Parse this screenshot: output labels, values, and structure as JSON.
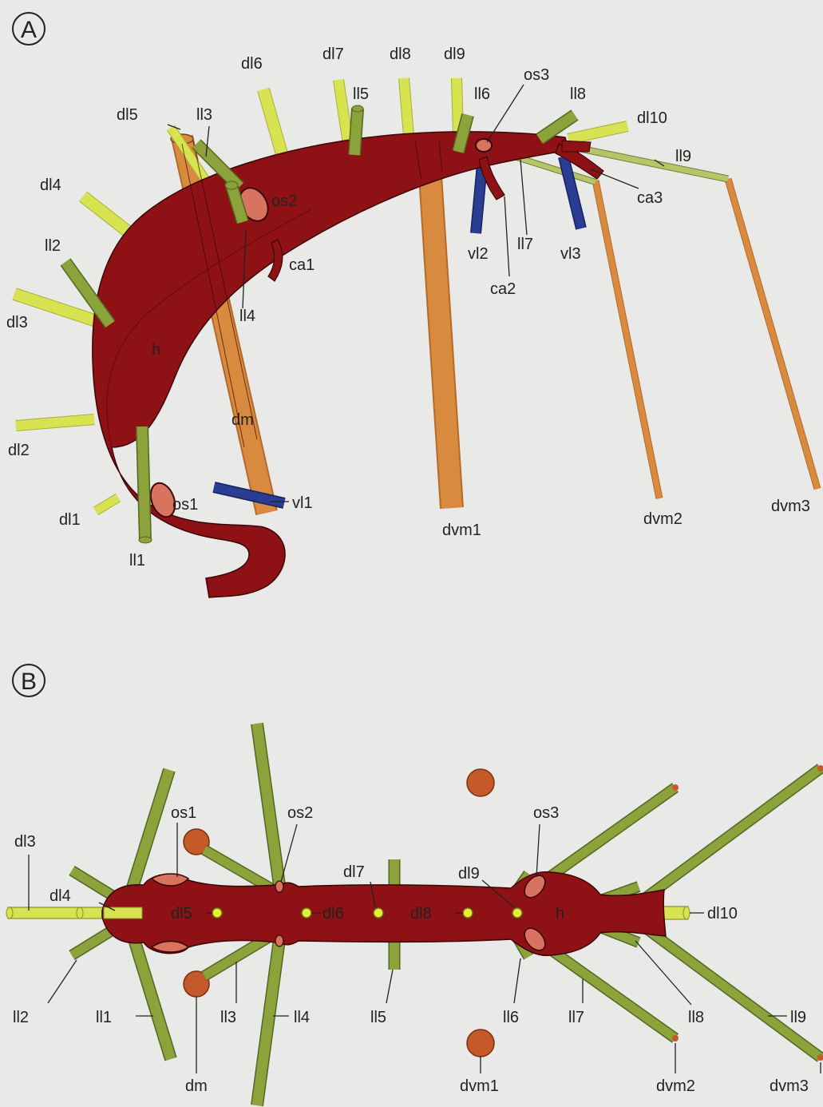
{
  "panels": {
    "A": {
      "letter": "A",
      "labels": {
        "dl1": "dl1",
        "dl2": "dl2",
        "dl3": "dl3",
        "dl4": "dl4",
        "dl5": "dl5",
        "dl6": "dl6",
        "dl7": "dl7",
        "dl8": "dl8",
        "dl9": "dl9",
        "dl10": "dl10",
        "ll1": "ll1",
        "ll2": "ll2",
        "ll3": "ll3",
        "ll4": "ll4",
        "ll5": "ll5",
        "ll6": "ll6",
        "ll7": "ll7",
        "ll8": "ll8",
        "ll9": "ll9",
        "os1": "os1",
        "os2": "os2",
        "os3": "os3",
        "ca1": "ca1",
        "ca2": "ca2",
        "ca3": "ca3",
        "vl1": "vl1",
        "vl2": "vl2",
        "vl3": "vl3",
        "h": "h",
        "dm": "dm",
        "dvm1": "dvm1",
        "dvm2": "dvm2",
        "dvm3": "dvm3"
      }
    },
    "B": {
      "letter": "B",
      "labels": {
        "dl3": "dl3",
        "dl4": "dl4",
        "dl5": "dl5",
        "dl6": "dl6",
        "dl7": "dl7",
        "dl8": "dl8",
        "dl9": "dl9",
        "dl10": "dl10",
        "os1": "os1",
        "os2": "os2",
        "os3": "os3",
        "h": "h",
        "ll1": "ll1",
        "ll2": "ll2",
        "ll3": "ll3",
        "ll4": "ll4",
        "ll5": "ll5",
        "ll6": "ll6",
        "ll7": "ll7",
        "ll8": "ll8",
        "ll9": "ll9",
        "dm": "dm",
        "dvm1": "dvm1",
        "dvm2": "dvm2",
        "dvm3": "dvm3"
      }
    }
  },
  "colors": {
    "background": "#e9e9e7",
    "heart": "#8e1116",
    "heart_stroke": "#3a0507",
    "ostium": "#d8735f",
    "dorsal_lateral": "#d8e352",
    "lateral_lateral": "#8ca23a",
    "ventral_lateral": "#2a3d93",
    "dorsoventral_muscle": "#d88a3e",
    "muscle_ball": "#c45a2a"
  }
}
